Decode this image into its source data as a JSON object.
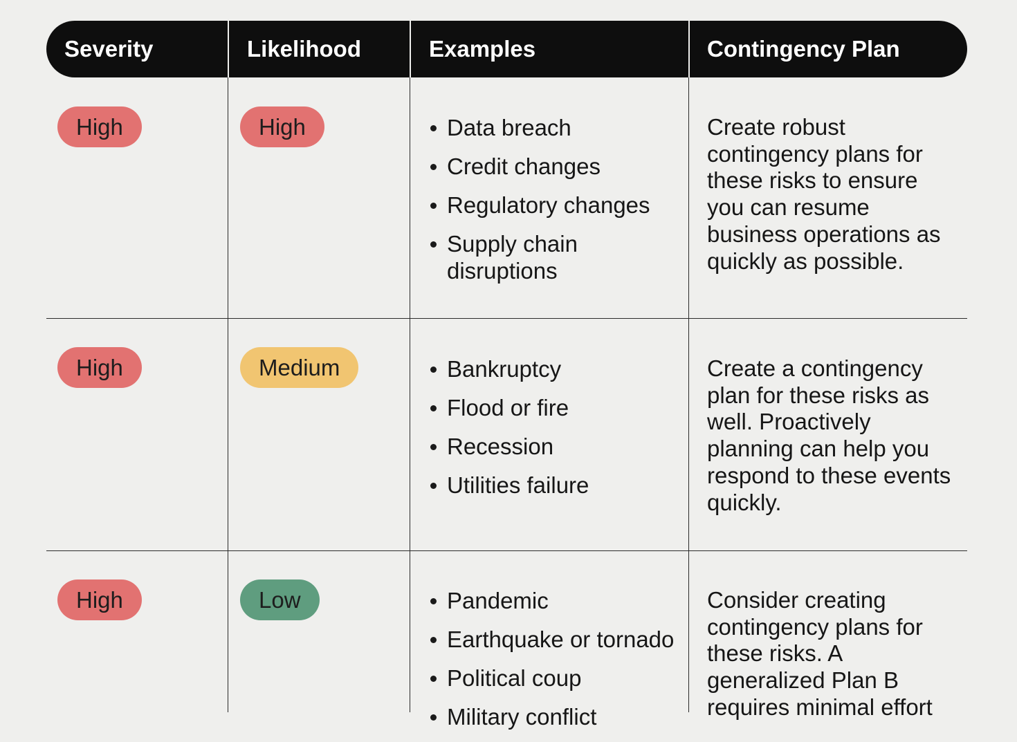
{
  "headers": [
    "Severity",
    "Likelihood",
    "Examples",
    "Contingency Plan"
  ],
  "rows": [
    {
      "severity": "High",
      "likelihood": "High",
      "examples": [
        "Data breach",
        "Credit changes",
        "Regulatory changes",
        "Supply chain disruptions"
      ],
      "plan": "Create robust contingency plans for these risks to ensure you can resume business operations as quickly as possible."
    },
    {
      "severity": "High",
      "likelihood": "Medium",
      "examples": [
        "Bankruptcy",
        "Flood or fire",
        "Recession",
        "Utilities failure"
      ],
      "plan": "Create a contingency plan for these risks as well. Proactively planning can help you respond to these events quickly."
    },
    {
      "severity": "High",
      "likelihood": "Low",
      "examples": [
        "Pandemic",
        "Earthquake or tornado",
        "Political coup",
        "Military conflict"
      ],
      "plan": "Consider creating contingency plans for these risks. A generalized Plan B requires minimal effort"
    }
  ],
  "colors": {
    "high": "#e27271",
    "medium": "#f1c571",
    "low": "#5f9d7f",
    "header_bg": "#0e0e0e"
  }
}
